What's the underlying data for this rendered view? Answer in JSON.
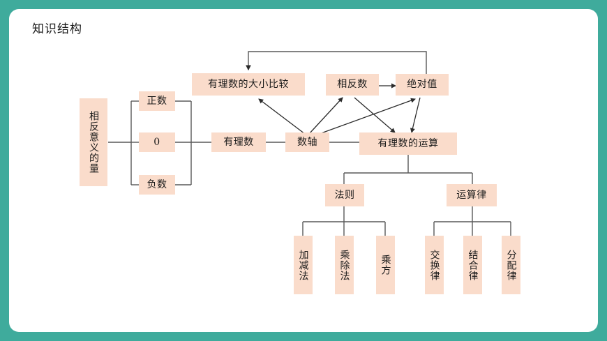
{
  "slide": {
    "title": "知识结构",
    "frame_color": "#3fab9c",
    "canvas_color": "#ffffff",
    "node_fill": "#fadccb",
    "line_color": "#595959"
  },
  "nodes": {
    "opposite_quantity": "相反意义的量",
    "positive": "正数",
    "zero": "0",
    "negative": "负数",
    "rational": "有理数",
    "number_line": "数轴",
    "compare": "有理数的大小比较",
    "opposite_number": "相反数",
    "absolute_value": "绝对值",
    "operations": "有理数的运算",
    "rules": "法则",
    "laws": "运算律",
    "add_sub": "加减法",
    "mul_div": "乘除法",
    "power": "乘方",
    "commutative": "交换律",
    "associative": "结合律",
    "distributive": "分配律"
  }
}
